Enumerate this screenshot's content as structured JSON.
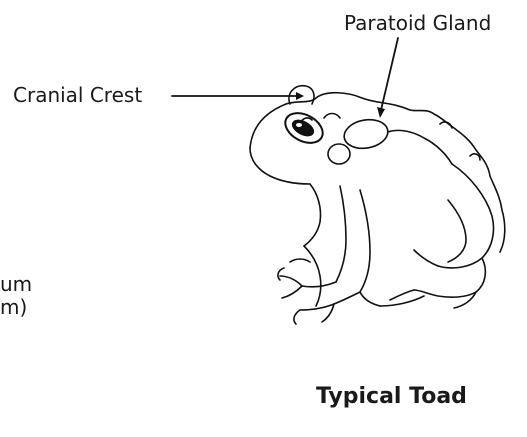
{
  "labels": {
    "cranial_crest": "Cranial Crest",
    "paratoid_gland": "Paratoid Gland",
    "tympanum_line1": "um",
    "tympanum_line2": "m)"
  },
  "caption": "Typical Toad",
  "colors": {
    "line": "#111111",
    "text": "#1a1a1a",
    "background": "#ffffff"
  }
}
